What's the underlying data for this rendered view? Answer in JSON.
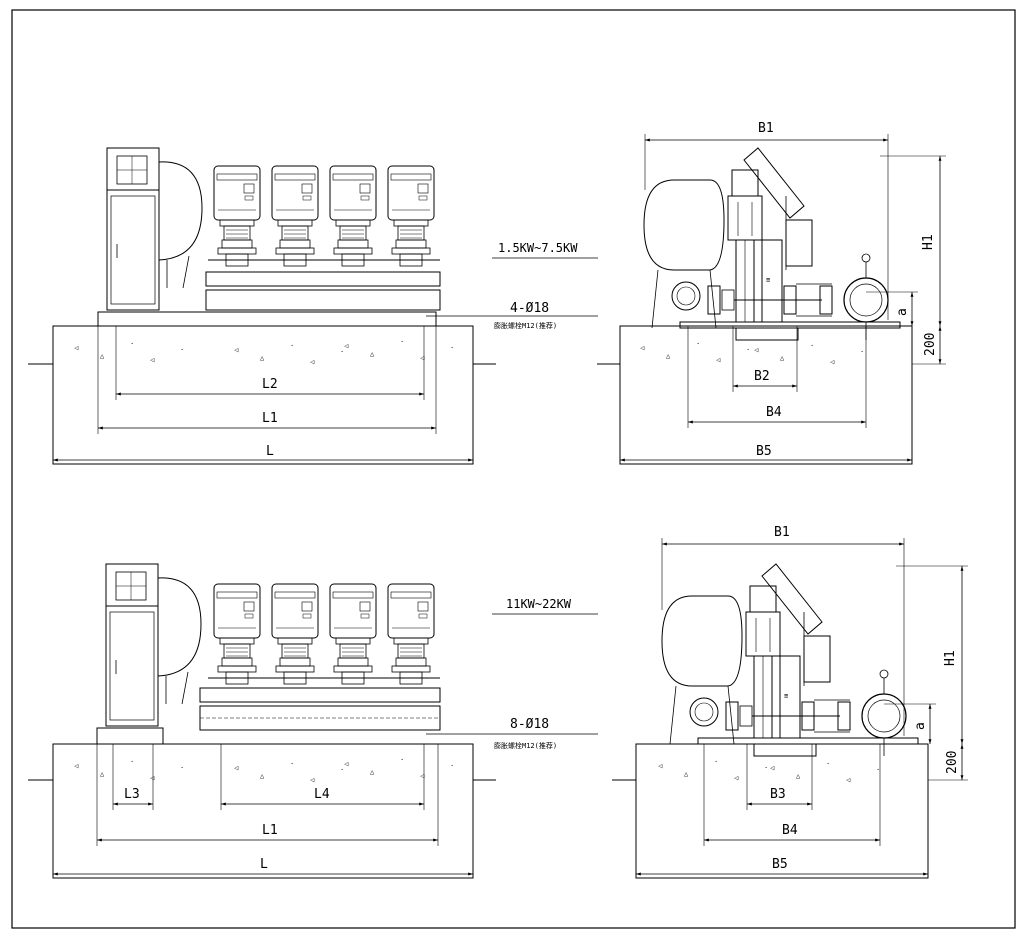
{
  "top": {
    "front": {
      "dims": {
        "L2": "L2",
        "L1": "L1",
        "L": "L"
      },
      "bolt_spec": "4-Ø18",
      "anchor_note": "膨胀螺栓M12(推荐)",
      "power_range": "1.5KW~7.5KW"
    },
    "side": {
      "dims": {
        "B1": "B1",
        "B2": "B2",
        "B4": "B4",
        "B5": "B5",
        "H1": "H1",
        "a": "a",
        "base": "200"
      }
    }
  },
  "bottom": {
    "front": {
      "dims": {
        "L3": "L3",
        "L4": "L4",
        "L1": "L1",
        "L": "L"
      },
      "bolt_spec": "8-Ø18",
      "anchor_note": "膨胀螺栓M12(推荐)",
      "power_range": "11KW~22KW"
    },
    "side": {
      "dims": {
        "B1": "B1",
        "B3": "B3",
        "B4": "B4",
        "B5": "B5",
        "H1": "H1",
        "a": "a",
        "base": "200"
      }
    }
  }
}
